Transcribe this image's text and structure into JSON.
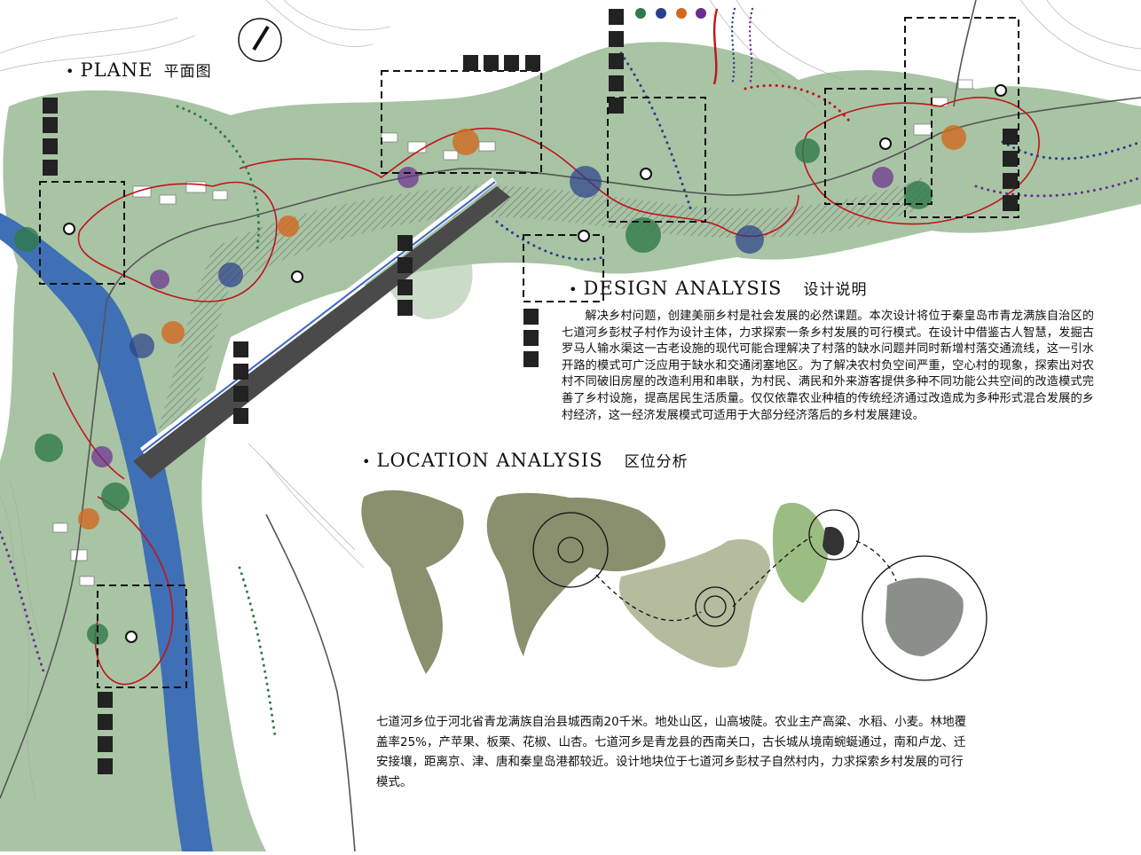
{
  "plane": {
    "bullet": "•",
    "title_en": "PLANE",
    "title_cn": "平面图"
  },
  "design": {
    "bullet": "•",
    "title_en": "DESIGN  ANALYSIS",
    "title_cn": "设计说明",
    "text": "解决乡村问题，创建美丽乡村是社会发展的必然课题。本次设计将位于秦皇岛市青龙满族自治区的七道河乡彭杖子村作为设计主体，力求探索一条乡村发展的可行模式。在设计中借鉴古人智慧，发掘古罗马人输水渠这一古老设施的现代可能合理解决了村落的缺水问题并同时新增村落交通流线，这一引水开路的模式可广泛应用于缺水和交通闭塞地区。为了解决农村负空间严重，空心村的现象，探索出对农村不同破旧房屋的改造利用和串联，为村民、满民和外来游客提供多种不同功能公共空间的改造模式完善了乡村设施，提高居民生活质量。仅仅依靠农业种植的传统经济通过改造成为多种形式混合发展的乡村经济，这一经济发展模式可适用于大部分经济落后的乡村发展建设。"
  },
  "location": {
    "bullet": "•",
    "title_en": "LOCATION  ANALYSIS",
    "title_cn": "区位分析",
    "text": "七道河乡位于河北省青龙满族自治县城西南20千米。地处山区，山高坡陡。农业主产高粱、水稻、小麦。林地覆盖率25%，产苹果、板栗、花椒、山杏。七道河乡是青龙县的西南关口，古长城从境南蜿蜒通过，南和卢龙、迁安接壤，距离京、津、唐和秦皇岛港都较近。设计地块位于七道河乡彭杖子自然村内，力求探索乡村发展的可行模式。"
  },
  "colors": {
    "river": "#3f6fb5",
    "vegetation": "#8fb38a",
    "route_red": "#c0141b",
    "dots_green": "#2f7a4a",
    "dots_blue": "#2a3f8a",
    "dots_purple": "#6b2d8f",
    "dots_orange": "#d2691e",
    "map_world": "#8a8f6e",
    "map_china": "#b3bc9c",
    "map_hebei": "#9bbd83"
  },
  "icons": [
    "compass-icon",
    "activity-icon",
    "landmark-icon"
  ]
}
